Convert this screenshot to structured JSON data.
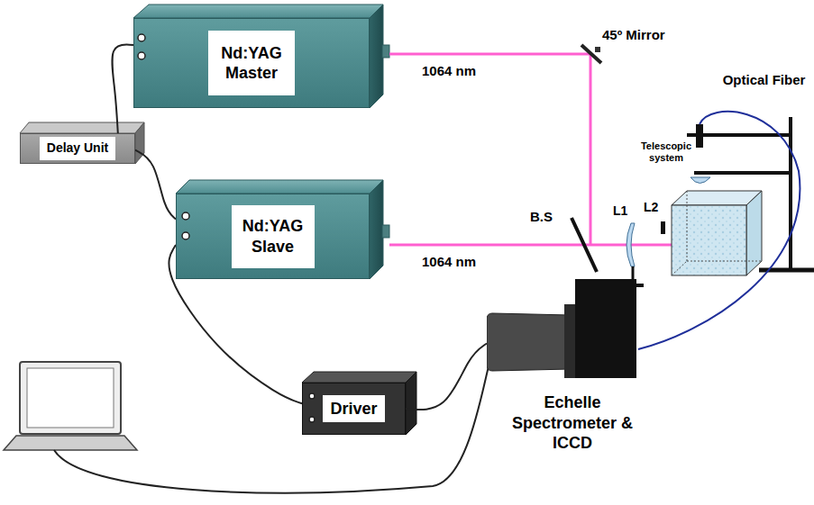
{
  "diagram": {
    "nodes": [
      {
        "text": [
          "Nd:YAG Master"
        ]
      },
      {
        "text": [
          "Delay Unit"
        ]
      },
      {
        "text": [
          "Nd:YAG Slave"
        ]
      },
      {
        "text": [
          "Driver"
        ]
      },
      {
        "text": [
          "Echelle Spectrometer & ICCD"
        ]
      }
    ],
    "edges": [
      {
        "from": 0,
        "to": 1,
        "arrow": "none"
      },
      {
        "from": 1,
        "to": 2,
        "arrow": "none"
      },
      {
        "from": 2,
        "to": 3,
        "arrow": "none"
      },
      {
        "from": 3,
        "to": 4,
        "arrow": "none"
      }
    ],
    "labels": [
      "1064 nm",
      "45º Mirror",
      "1064 nm",
      "B.S",
      "L1",
      "L2",
      "Optical Fiber",
      "Telescopic system"
    ]
  }
}
